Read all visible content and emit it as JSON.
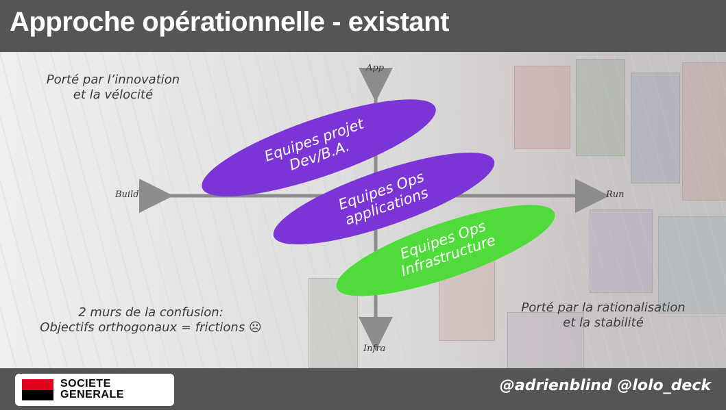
{
  "slide": {
    "title": "Approche opérationnelle - existant"
  },
  "axes": {
    "top": "App",
    "bottom": "Infra",
    "left": "Build",
    "right": "Run"
  },
  "quadrants": {
    "top_left": [
      "Porté par l’innovation",
      "et la vélocité"
    ],
    "bottom_left": [
      "2 murs de la confusion:",
      "Objectifs orthogonaux = frictions ☹"
    ],
    "bottom_right": [
      "Porté par la rationalisation",
      "et la stabilité"
    ]
  },
  "ellipses": [
    {
      "lines": [
        "Equipes projet",
        "Dev/B.A."
      ],
      "color": "#7b35d6"
    },
    {
      "lines": [
        "Equipes Ops",
        "applications"
      ],
      "color": "#7b35d6"
    },
    {
      "lines": [
        "Equipes Ops",
        "Infrastructure"
      ],
      "color": "#4fdc3a"
    }
  ],
  "footer": {
    "logo_line1": "SOCIETE",
    "logo_line2": "GENERALE",
    "handles": "@adrienblind @lolo_deck"
  },
  "colors": {
    "bar": "#555555",
    "purple": "#7b35d6",
    "green": "#4fdc3a",
    "axis": "#8c8c8c",
    "logo_red": "#e2001a"
  }
}
